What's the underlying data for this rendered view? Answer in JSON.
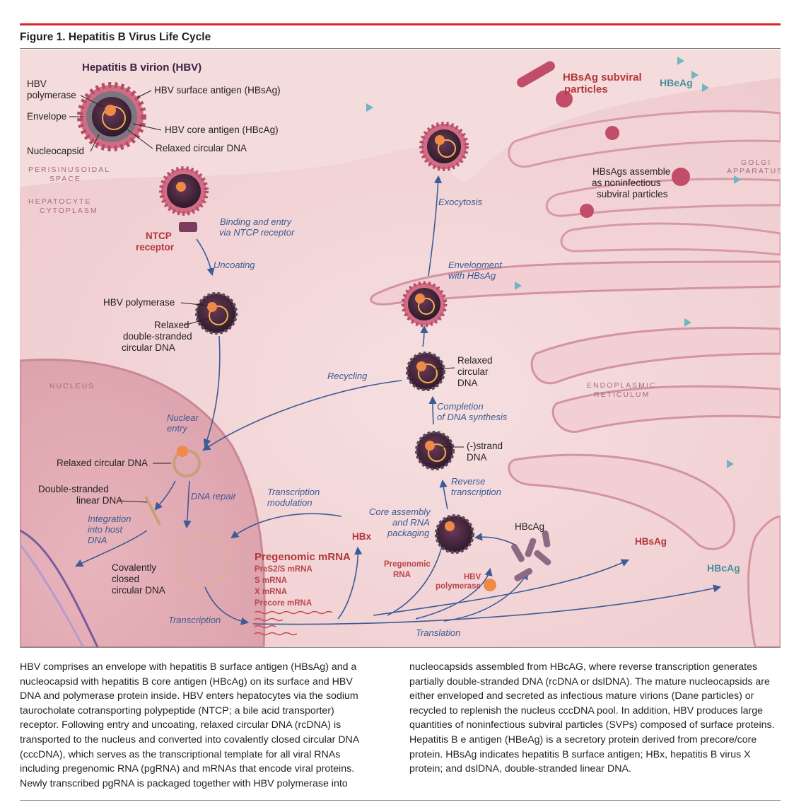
{
  "figure_title": "Figure 1. Hepatitis B Virus Life Cycle",
  "regions": {
    "perisinusoidal": [
      "PERISINUSOIDAL",
      "SPACE"
    ],
    "cytoplasm": [
      "HEPATOCYTE",
      "CYTOPLASM"
    ],
    "nucleus": "NUCLEUS",
    "golgi": [
      "GOLGI",
      "APPARATUS"
    ],
    "er": [
      "ENDOPLASMIC",
      "RETICULUM"
    ]
  },
  "virion": {
    "title": "Hepatitis B virion (HBV)",
    "polymerase": [
      "HBV",
      "polymerase"
    ],
    "envelope": "Envelope",
    "nucleocapsid": "Nucleocapsid",
    "surface_antigen": "HBV surface antigen (HBsAg)",
    "core_antigen": "HBV core antigen (HBcAg)",
    "rcdna": "Relaxed circular DNA"
  },
  "entry": {
    "ntcp": [
      "NTCP",
      "receptor"
    ],
    "binding": [
      "Binding and entry",
      "via NTCP receptor"
    ],
    "uncoating": "Uncoating",
    "polymerase": "HBV polymerase",
    "dsdna": [
      "Relaxed",
      "double-stranded",
      "circular DNA"
    ],
    "nuclear_entry": [
      "Nuclear",
      "entry"
    ]
  },
  "nucleus_labels": {
    "rcdna": "Relaxed circular DNA",
    "linear": [
      "Double-stranded",
      "linear DNA"
    ],
    "integration": [
      "Integration",
      "into host",
      "DNA"
    ],
    "repair": "DNA repair",
    "cccdna": [
      "Covalently",
      "closed",
      "circular DNA"
    ],
    "transcription": "Transcription",
    "modulation": [
      "Transcription",
      "modulation"
    ],
    "hbx": "HBx",
    "pgrna_title": "Pregenomic mRNA",
    "mrnas": [
      "PreS2/S mRNA",
      "S mRNA",
      "X mRNA",
      "Precore mRNA"
    ]
  },
  "assembly": {
    "core_assembly": [
      "Core assembly",
      "and RNA",
      "packaging"
    ],
    "pregenomic_rna": [
      "Pregenomic",
      "RNA"
    ],
    "hbv_polymerase": [
      "HBV",
      "polymerase"
    ],
    "hbcag": "HBcAg",
    "translation": "Translation",
    "reverse": [
      "Reverse",
      "transcription"
    ],
    "minus_strand": [
      "(-)strand",
      "DNA"
    ],
    "completion": [
      "Completion",
      "of DNA synthesis"
    ],
    "rcdna": [
      "Relaxed",
      "circular",
      "DNA"
    ],
    "recycling": "Recycling",
    "envelopment": [
      "Envelopment",
      "with HBsAg"
    ],
    "exocytosis": "Exocytosis"
  },
  "secreted": {
    "hbsag_subviral": [
      "HBsAg subviral",
      "particles"
    ],
    "hbeag": "HBeAg",
    "hbsags_assemble": [
      "HBsAgs assemble",
      "as noninfectious",
      "subviral particles"
    ],
    "hbsag": "HBsAg",
    "hbcag": "HBcAg"
  },
  "caption_left": "HBV comprises an envelope with hepatitis B surface antigen (HBsAg) and a nucleocapsid with hepatitis B core antigen (HBcAg) on its surface and HBV DNA and polymerase protein inside. HBV enters hepatocytes via the sodium taurocholate cotransporting polypeptide (NTCP; a bile acid transporter) receptor. Following entry and uncoating, relaxed circular DNA (rcDNA) is transported to the nucleus and converted into covalently closed circular DNA (cccDNA), which serves as the transcriptional template for all viral RNAs including pregenomic RNA (pgRNA) and mRNAs that encode viral proteins. Newly transcribed pgRNA is packaged together with HBV polymerase into",
  "caption_right": "nucleocapsids assembled from HBcAG, where reverse transcription generates partially double-stranded DNA (rcDNA or dslDNA). The mature nucleocapsids are either enveloped and secreted as infectious mature virions (Dane particles) or recycled to replenish the nucleus cccDNA pool. In addition, HBV produces large quantities of noninfectious subviral particles (SVPs) composed of surface proteins. Hepatitis B e antigen (HBeAg) is a secretory protein derived from precore/core protein. HBsAg indicates hepatitis B surface antigen; HBx, hepatitis B virus X protein; and dslDNA, double-stranded linear DNA."
}
